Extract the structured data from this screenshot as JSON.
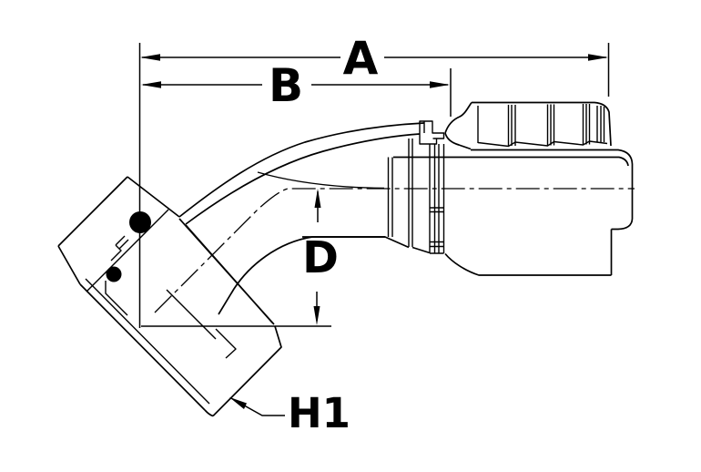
{
  "page": {
    "background_color": "#ffffff",
    "line_color": "#000000"
  },
  "drawing": {
    "type": "technical-line-drawing",
    "subject": "45-degree elbow hose fitting with crimp ferrule, side view",
    "dimension_labels": {
      "a": "A",
      "b": "B",
      "d": "D",
      "h1": "H1"
    }
  }
}
